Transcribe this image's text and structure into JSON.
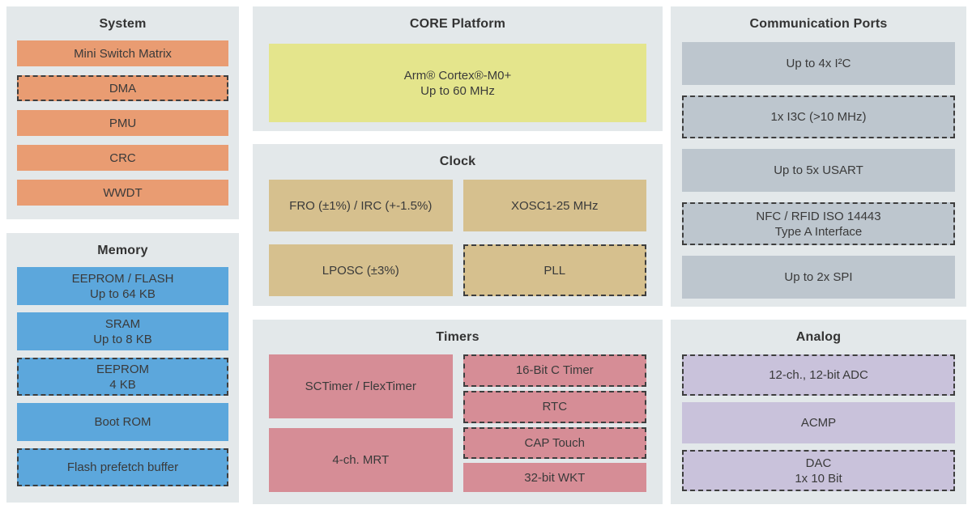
{
  "colors": {
    "page_background": "#FFFFFF",
    "panel_background": "#E3E8EA",
    "system_block": "#E99C72",
    "memory_block": "#5CA7DC",
    "core_block": "#E4E58C",
    "clock_block": "#D6C08E",
    "timer_block": "#D68D96",
    "comm_block": "#BDC6CE",
    "analog_block": "#C9C2DB",
    "dashed_border": "#3E3E3E",
    "text": "#3A3A3A",
    "title_text": "#333333"
  },
  "panels": {
    "system": {
      "title": "System",
      "blocks": [
        {
          "lines": [
            "Mini Switch Matrix"
          ],
          "style": "solid"
        },
        {
          "lines": [
            "DMA"
          ],
          "style": "dashed"
        },
        {
          "lines": [
            "PMU"
          ],
          "style": "solid"
        },
        {
          "lines": [
            "CRC"
          ],
          "style": "solid"
        },
        {
          "lines": [
            "WWDT"
          ],
          "style": "solid"
        }
      ]
    },
    "memory": {
      "title": "Memory",
      "blocks": [
        {
          "lines": [
            "EEPROM / FLASH",
            "Up to 64 KB"
          ],
          "style": "solid"
        },
        {
          "lines": [
            "SRAM",
            "Up to 8 KB"
          ],
          "style": "solid"
        },
        {
          "lines": [
            "EEPROM",
            "4 KB"
          ],
          "style": "dashed"
        },
        {
          "lines": [
            "Boot ROM"
          ],
          "style": "solid"
        },
        {
          "lines": [
            "Flash prefetch buffer"
          ],
          "style": "dashed"
        }
      ]
    },
    "core": {
      "title": "CORE Platform",
      "blocks": [
        {
          "lines": [
            "Arm® Cortex®-M0+",
            "Up to 60 MHz"
          ],
          "style": "solid"
        }
      ]
    },
    "clock": {
      "title": "Clock",
      "blocks": [
        {
          "lines": [
            "FRO (±1%) / IRC (+-1.5%)"
          ],
          "style": "solid"
        },
        {
          "lines": [
            "XOSC1-25 MHz"
          ],
          "style": "solid"
        },
        {
          "lines": [
            "LPOSC (±3%)"
          ],
          "style": "solid"
        },
        {
          "lines": [
            "PLL"
          ],
          "style": "dashed"
        }
      ]
    },
    "timers": {
      "title": "Timers",
      "left_blocks": [
        {
          "lines": [
            "SCTimer / FlexTimer"
          ],
          "style": "solid"
        },
        {
          "lines": [
            "4-ch. MRT"
          ],
          "style": "solid"
        }
      ],
      "right_blocks": [
        {
          "lines": [
            "16-Bit C Timer"
          ],
          "style": "dashed"
        },
        {
          "lines": [
            "RTC"
          ],
          "style": "dashed"
        },
        {
          "lines": [
            "CAP Touch"
          ],
          "style": "dashed"
        },
        {
          "lines": [
            "32-bit WKT"
          ],
          "style": "solid"
        }
      ]
    },
    "comm": {
      "title": "Communication Ports",
      "blocks": [
        {
          "lines": [
            "Up to 4x I²C"
          ],
          "style": "solid"
        },
        {
          "lines": [
            "1x I3C (>10 MHz)"
          ],
          "style": "dashed"
        },
        {
          "lines": [
            "Up to 5x USART"
          ],
          "style": "solid"
        },
        {
          "lines": [
            "NFC / RFID ISO 14443",
            "Type A Interface"
          ],
          "style": "dashed"
        },
        {
          "lines": [
            "Up to 2x SPI"
          ],
          "style": "solid"
        }
      ]
    },
    "analog": {
      "title": "Analog",
      "blocks": [
        {
          "lines": [
            "12-ch., 12-bit ADC"
          ],
          "style": "dashed"
        },
        {
          "lines": [
            "ACMP"
          ],
          "style": "solid"
        },
        {
          "lines": [
            "DAC",
            "1x 10 Bit"
          ],
          "style": "dashed"
        }
      ]
    }
  }
}
